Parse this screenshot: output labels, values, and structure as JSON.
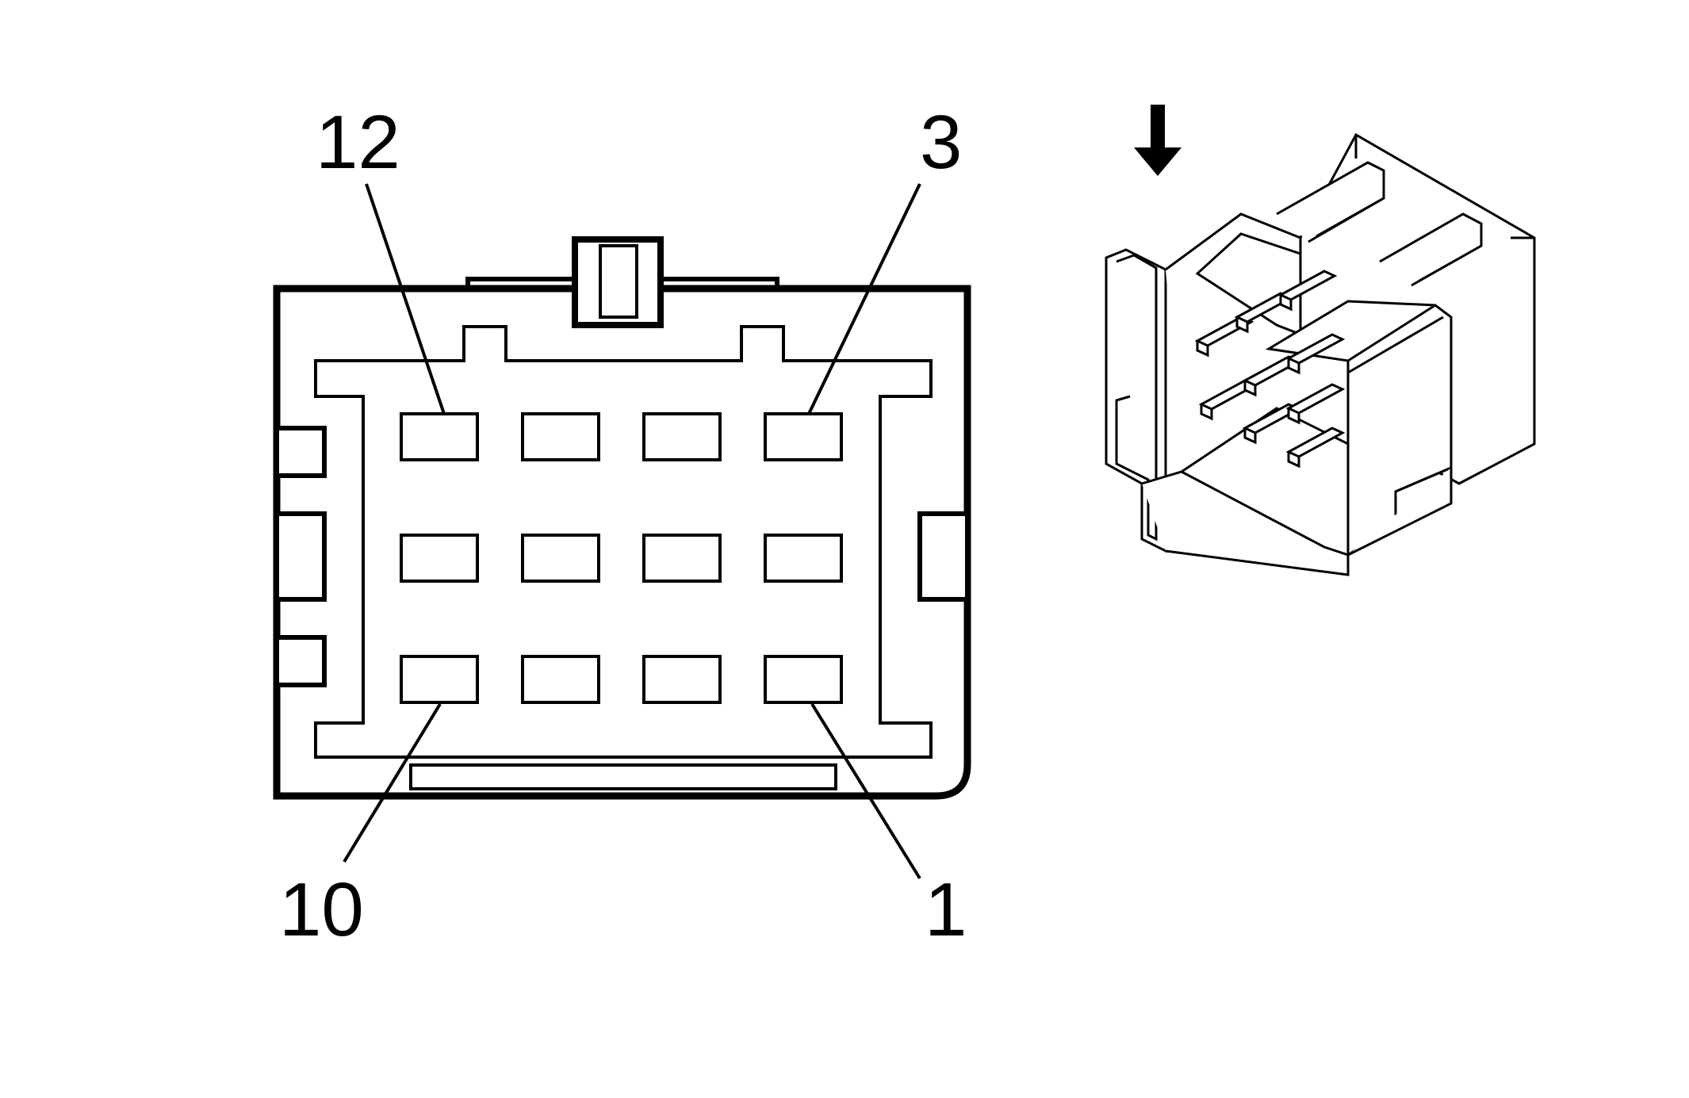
{
  "connector": {
    "pin_labels": {
      "top_left": "12",
      "top_right": "3",
      "bottom_left": "10",
      "bottom_right": "1"
    },
    "cavity_rows": 3,
    "cavity_columns": 4
  },
  "colors": {
    "line": "#000000",
    "background": "#ffffff"
  },
  "icons": {
    "direction_indicator": "down-arrow-icon"
  }
}
